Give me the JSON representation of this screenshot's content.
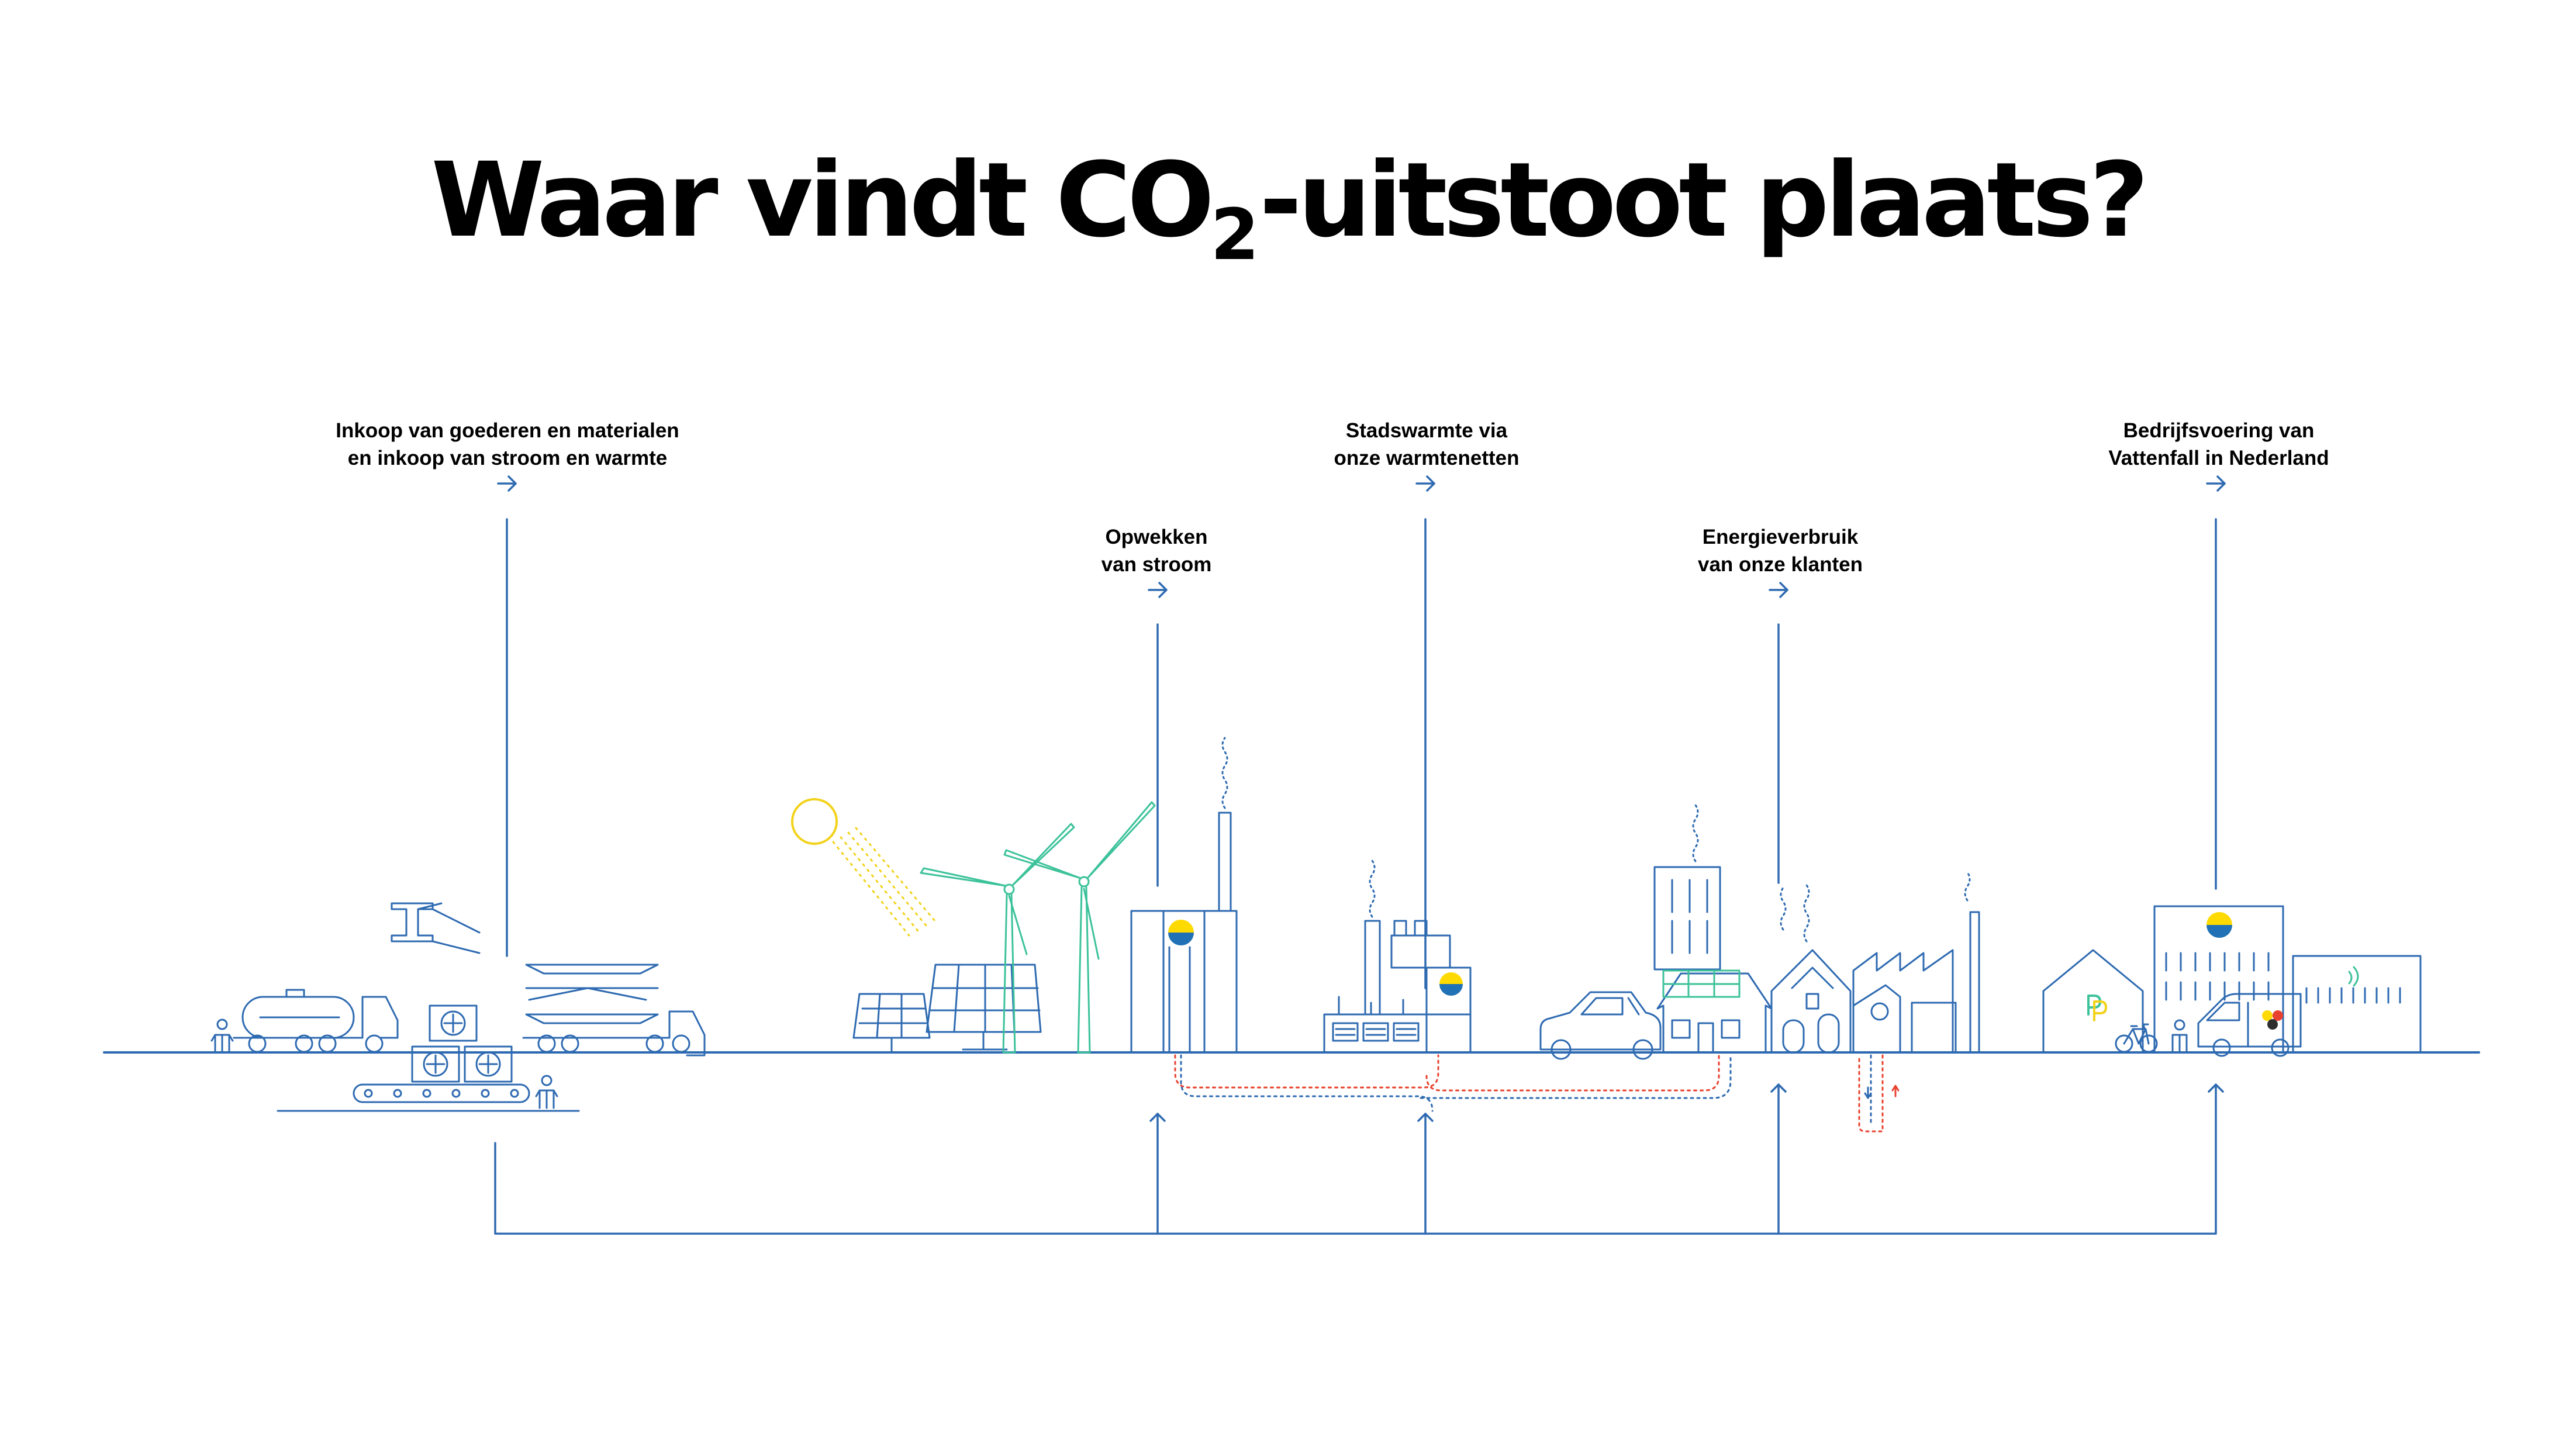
{
  "title": {
    "main": "Waar vindt CO",
    "subscript": "2",
    "rest": "-uitstoot plaats?"
  },
  "labels": {
    "inkoop": {
      "line1": "Inkoop van goederen en materialen",
      "line2": "en inkoop van stroom en warmte"
    },
    "opwekken": {
      "line1": "Opwekken",
      "line2": "van stroom"
    },
    "stadswarmte": {
      "line1": "Stadswarmte via",
      "line2": "onze warmtenetten"
    },
    "energieverbruik": {
      "line1": "Energieverbruik",
      "line2": "van onze klanten"
    },
    "bedrijfsvoering": {
      "line1": "Bedrijfsvoering van",
      "line2": "Vattenfall in Nederland"
    }
  },
  "colors": {
    "line": "#2e6ab1",
    "wind": "#3cc29a",
    "sun": "#f2d21b",
    "heat_return": "#e8412f",
    "logo_yellow": "#ffda00",
    "logo_blue": "#2071b5"
  },
  "icons": [
    "sun-icon",
    "solar-panel-icon",
    "wind-turbine-icon",
    "power-plant-icon",
    "heat-plant-icon",
    "car-icon",
    "house-icon",
    "factory-icon",
    "truck-icon",
    "bicycle-icon",
    "van-icon",
    "office-building-icon",
    "warehouse-icon",
    "person-icon"
  ]
}
